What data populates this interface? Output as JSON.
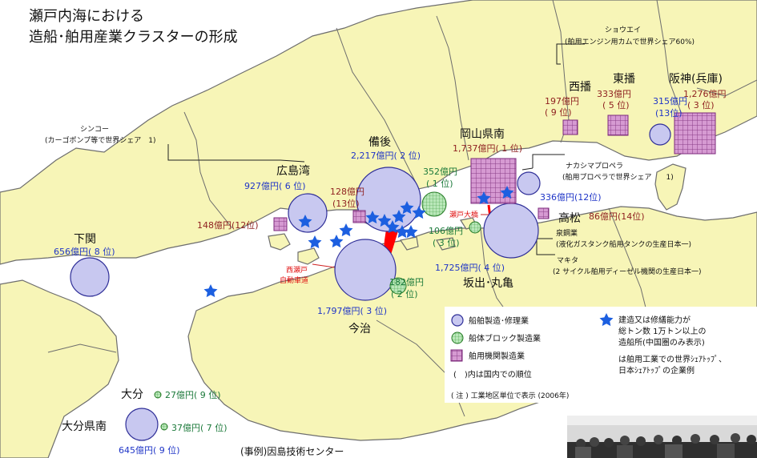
{
  "title": {
    "line1": "瀬戸内海における",
    "line2": "造船･舶用産業クラスターの形成"
  },
  "regions": {
    "shimonoseki": "下関",
    "hiroshima": "広島湾",
    "bingo": "備後",
    "okayama": "岡山県南",
    "nishiharima": "西播",
    "higashiharima": "東播",
    "hanshin": "阪神(兵庫)",
    "takamatsu": "高松",
    "sakaide": "坂出･丸亀",
    "imabari": "今治",
    "oita": "大分",
    "oita_south": "大分県南"
  },
  "values": {
    "shimonoseki": "656億円( 8 位)",
    "hiroshima": "927億円( 6 位)",
    "hiroshima_engine": "148億円(12位)",
    "bingo": "2,217億円( 2 位)",
    "bingo_engine_1": "128億円",
    "bingo_engine_2": "(13位)",
    "bingo_block_1": "352億円",
    "bingo_block_2": "( 1 位)",
    "okayama_engine": "1,737億円( 1 位)",
    "nishiharima_1": "197億円",
    "nishiharima_2": "( 9 位)",
    "higashiharima_1": "333億円",
    "higashiharima_2": "( 5 位)",
    "hanshin_ship_1": "315億円",
    "hanshin_ship_2": "(13位)",
    "hanshin_engine_1": "1,276億円",
    "hanshin_engine_2": "( 3 位)",
    "okayama_ship": "336億円(12位)",
    "takamatsu_engine": "86億円(14位)",
    "sakaide_block_1": "106億円",
    "sakaide_block_2": "( 3 位)",
    "sakaide_ship": "1,725億円( 4 位)",
    "imabari_block_1": "182億円",
    "imabari_block_2": "( 2 位)",
    "imabari_ship": "1,797億円( 3 位)",
    "oita_block": "27億円( 9 位)",
    "oita_south_block": "37億円( 7 位)",
    "oita_south_ship": "645億円( 9 位)"
  },
  "annotations": {
    "shinko_1": "シンコー",
    "shinko_2": "(カーゴポンプ等で世界シェア　1)",
    "shoei_1": "ショウエイ",
    "shoei_2": "(舶用エンジン用カムで世界シェア60%)",
    "nakashima_1": "ナカシマプロペラ",
    "nakashima_2": "(舶用プロペラで世界シェア　　1)",
    "kanagawa_1": "泉鋼業",
    "kanagawa_2": "(液化ガスタンク船用タンクの生産日本一)",
    "makita_1": "マキタ",
    "makita_2": "(2 サイクル舶用ディーゼル機関の生産日本一)",
    "seto_bridge": "瀬戸大橋",
    "nishiseto_1": "西瀬戸",
    "nishiseto_2": "自動車道",
    "example": "(事例)因島技術センター"
  },
  "legend": {
    "ship": "船舶製造･修理業",
    "block": "船体ブロック製造業",
    "engine": "舶用機関製造業",
    "rank": "(　)内は国内での順位",
    "star_1": "建造又は修繕能力が",
    "star_2": "総トン数 1万トン以上の",
    "star_3": "造船所(中国圏のみ表示)",
    "world_1": "は舶用工業での世界ｼｪｱﾄｯﾌﾟ、",
    "world_2": "日本ｼｪｱﾄｯﾌﾟの企業例",
    "note": "( 注 ) 工業地区単位で表示 (2006年)"
  },
  "colors": {
    "sea": "#ffffff",
    "land": "#f7f5b7",
    "ship_fill": "#c8c8f0",
    "ship_stroke": "#2f2f98",
    "block_fill": "#a6dea6",
    "block_stroke": "#237a23",
    "engine_fill": "#cc88c8",
    "engine_stroke": "#7c2a7c",
    "star": "#1c5fe0",
    "blue_text": "#1f35c7",
    "red_text": "#8e1f1f",
    "green_text": "#1c7a3b",
    "bridge": "#ff0000"
  }
}
